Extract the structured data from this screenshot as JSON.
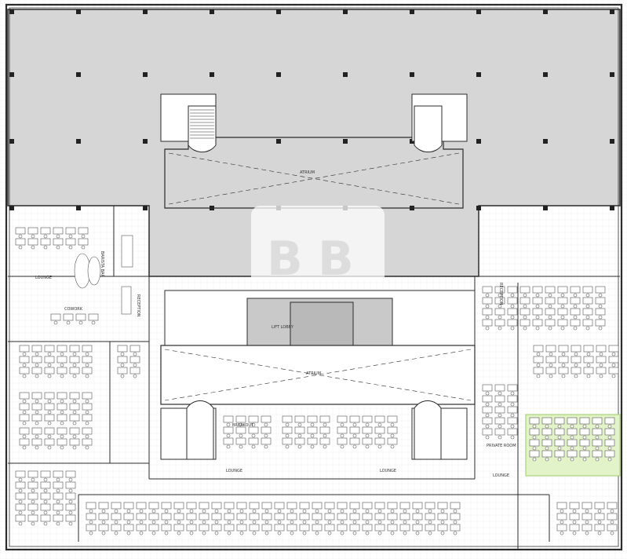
{
  "plan": {
    "colors": {
      "wall": "#2b2b2b",
      "void_fill": "#d6d6d6",
      "grid": "#d9d9d9",
      "core_fill": "#c9c9c9",
      "highlight_fill": "#e3f3c9",
      "highlight_stroke": "#a9d37a",
      "watermark": "#ffffff"
    },
    "labels": {
      "atrium_top": "ATRIUM",
      "atrium_mid": "ATRIUM",
      "lounge_left": "LOUNGE",
      "cowork": "COWORK",
      "barista_bar": "BARISTA BAR",
      "reception_left": "RECEPTION",
      "reception_right": "RECEPTION",
      "lift_lobby": "LIFT LOBBY",
      "breakout": "BREAKOUT",
      "lounge_bottom_left": "LOUNGE",
      "lounge_bottom_mid": "LOUNGE",
      "lounge_right": "LOUNGE",
      "private_room": "PRIVATE ROOM"
    },
    "watermark": {
      "icon": "logo-watermark-icon"
    }
  }
}
